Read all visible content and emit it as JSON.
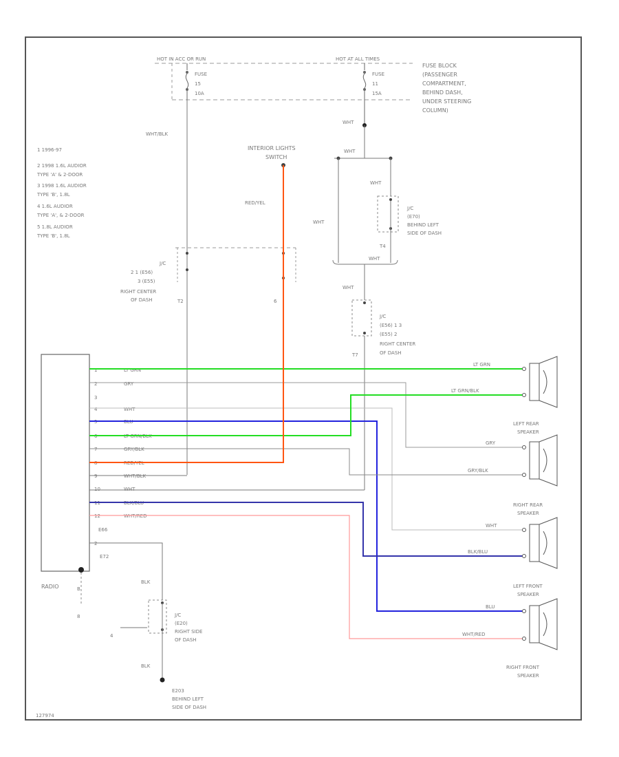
{
  "header": {
    "hot_in_acc": "HOT IN ACC OR RUN",
    "hot_at_all_times": "HOT AT ALL TIMES"
  },
  "fuse_left": {
    "l1": "FUSE",
    "l2": "15",
    "l3": "10A"
  },
  "fuse_right": {
    "l1": "FUSE",
    "l2": "11",
    "l3": "15A"
  },
  "fuse_block": [
    "FUSE BLOCK",
    "(PASSENGER",
    "COMPARTMENT,",
    "BEHIND DASH,",
    "UNDER STEERING",
    "COLUMN)"
  ],
  "notes": [
    "1  1996-97",
    "2  1998 1.6L AUDIOR",
    "    TYPE 'A' & 2-DOOR",
    "3  1998 1.6L AUDIOR",
    "    TYPE 'B', 1.8L",
    "4  1.6L AUDIOR",
    "    TYPE 'A', & 2-DOOR",
    "5  1.8L AUDIOR",
    "    TYPE 'B', 1.8L"
  ],
  "wire_labels": {
    "wht_blk_top": "WHT/BLK",
    "wht_right_top": "WHT",
    "wht_h": "WHT",
    "wht_mid": "WHT",
    "wht_left_mid": "WHT",
    "wht_lower": "WHT",
    "wht_bottom_conn": "WHT",
    "red_yel": "RED/YEL"
  },
  "interior_switch": {
    "l1": "INTERIOR LIGHTS",
    "l2": "SWITCH"
  },
  "jc_top_right": {
    "l1": "J/C",
    "l2": "(E70)",
    "l3": "BEHIND LEFT",
    "l4": "SIDE OF DASH",
    "num": "T4"
  },
  "jc_center_left": {
    "l1": "J/C",
    "l2": "2  1  (E56)",
    "l3": "3  (E55)",
    "l4": "RIGHT CENTER",
    "l5": "OF DASH",
    "num": "T2",
    "pin": "6"
  },
  "jc_center_right": {
    "l1": "J/C",
    "l2": "(E56)  1  3",
    "l3": "(E55)  2",
    "l4": "RIGHT CENTER",
    "l5": "OF DASH",
    "num": "T7"
  },
  "radio": {
    "label": "RADIO",
    "pins": [
      "1",
      "2",
      "3",
      "4",
      "5",
      "6",
      "7",
      "8",
      "9",
      "10",
      "11",
      "12"
    ],
    "wires": [
      "LT GRN",
      "GRY",
      "",
      "WHT",
      "BLU",
      "LT GRN/BLK",
      "GRY/BLK",
      "RED/YEL",
      "WHT/BLK",
      "WHT",
      "BLK/BLU",
      "WHT/RED"
    ],
    "conn1": "E66",
    "conn2": "E72",
    "pin_ground": "B",
    "ground_pin_num": "8"
  },
  "ground_jc": {
    "blk_top": "BLK",
    "l1": "J/C",
    "l2": "(E20)",
    "l3": "RIGHT SIDE",
    "l4": "OF DASH",
    "blk_bottom": "BLK",
    "arrow_label": "4"
  },
  "ground_point": {
    "l1": "E203",
    "l2": "BEHIND LEFT",
    "l3": "SIDE OF DASH"
  },
  "speakers": {
    "left_rear": {
      "label1": "LEFT REAR",
      "label2": "SPEAKER",
      "wire1": "LT GRN",
      "wire2": "LT GRN/BLK"
    },
    "right_rear": {
      "label1": "RIGHT REAR",
      "label2": "SPEAKER",
      "wire1": "GRY",
      "wire2": "GRY/BLK"
    },
    "left_front": {
      "label1": "LEFT FRONT",
      "label2": "SPEAKER",
      "wire1": "WHT",
      "wire2": "BLK/BLU"
    },
    "right_front": {
      "label1": "RIGHT FRONT",
      "label2": "SPEAKER",
      "wire1": "BLU",
      "wire2": "WHT/RED"
    }
  },
  "footer_code": "127974",
  "colors": {
    "green": "#22dd22",
    "orange": "#ff5511",
    "blue": "#2222dd",
    "pink": "#ff9999",
    "gray": "#888888"
  }
}
